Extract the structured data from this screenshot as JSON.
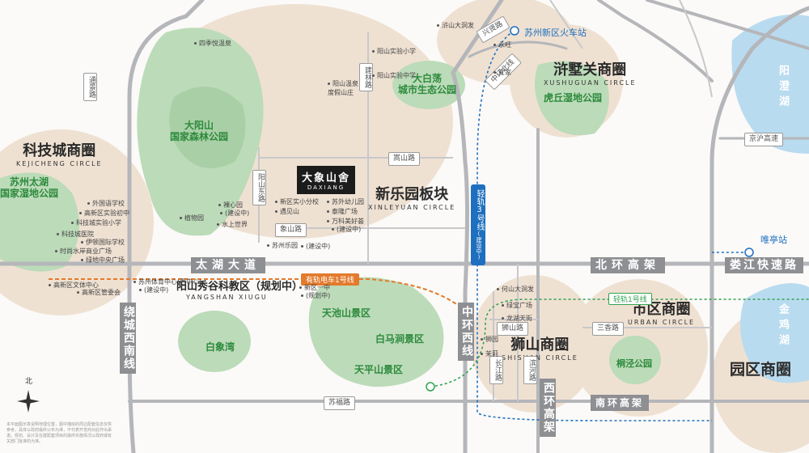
{
  "project": {
    "name_cn": "大象山舍",
    "name_en": "DAXIANG"
  },
  "zones": {
    "keji": {
      "cn": "科技城商圈",
      "en": "KEJICHENG CIRCLE"
    },
    "xushu": {
      "cn": "浒墅关商圈",
      "en": "XUSHUGUAN CIRCLE"
    },
    "xinleyuan": {
      "cn": "新乐园板块",
      "en": "XINLEYUAN CIRCLE"
    },
    "shishan": {
      "cn": "狮山商圈",
      "en": "SHISHAN CIRCLE"
    },
    "urban": {
      "cn": "市区商圈",
      "en": "URBAN CIRCLE"
    },
    "park": {
      "cn": "园区商圈"
    },
    "yangshan": {
      "cn": "阳山秀谷科教区（规划中）",
      "en": "YANGSHAN XIUGU"
    }
  },
  "green_areas": {
    "taihu_wetland": "苏州太湖\n国家湿地公园",
    "dayangshan": "大阳山\n国家森林公园",
    "dabaidang": "大白荡\n城市生态公园",
    "huqiu": "虎丘湿地公园",
    "baixiangwan": "白象湾",
    "tianchi": "天池山景区",
    "baima": "白马涧景区",
    "tianping": "天平山景区",
    "tongjing": "桐泾公园"
  },
  "lakes": {
    "yangcheng": "阳澄湖",
    "jinji": "金鸡湖"
  },
  "roads": {
    "taihu": "太湖大道",
    "beihuan": "北环高架",
    "loujiang": "娄江快速路",
    "zhonghuanxi": "中环西线",
    "xihuan": "西环高架",
    "raocheng": "绕城西南线",
    "tongjing_rd": "通景路",
    "jianlin": "建林路",
    "xingxian": "兴贤路",
    "zhonghuanbei": "中环北线",
    "songshan": "嵩山路",
    "xiangshan": "象山路",
    "yangshandong": "阳山东路",
    "sufu": "苏福路",
    "shishan_rd": "狮山路",
    "sanxiang": "三香路",
    "nanhuan": "南环高架",
    "binhe": "滨河路",
    "changjiang": "长江路",
    "jinghu": "京沪高速"
  },
  "stations": {
    "xinqu": "苏州新区火车站",
    "weiting": "唯亭站"
  },
  "rail": {
    "tram1": "有轨电车1号线",
    "line1": "轻轨1号线",
    "line3": "轻轨3号线",
    "line3_note": "(建设中)"
  },
  "pois": {
    "sijiyue": "四季悦温泉",
    "jihushan": "浒山大洞发",
    "yangshan_school": "阳山实验小学",
    "yangshan_mid": "阳山实验中学",
    "wenquan": "阳山温泉度假山庄",
    "yongwang": "永旺",
    "yijia": "宜家",
    "waiguoyu": "外国语学校",
    "gaoxin_zhong": "高新区实验初中",
    "keji_xiao": "科技城实验小学",
    "keji_yiyuan": "科技城医院",
    "yidun": "伊顿国际学校",
    "shifang": "时尚水岸商业广场",
    "lvdi": "绿地中央广场",
    "tiyu": "苏州体育中心(西中心)",
    "tiyu_note": "(建设中)",
    "wenti": "高新区文体中心",
    "guanweihui": "高新区管委会",
    "xinqu_1": "新区一中",
    "xinqu_1_note": "(规划中)",
    "zhiwu": "植物园",
    "kuaixin": "裸心园",
    "kuaixin_note": "(建设中)",
    "shuishang": "水上世界",
    "xinqu_xiao": "新区实小分校",
    "yujianshan": "遇见山",
    "youeryuan": "苏外幼儿园",
    "qinjia": "泰隆广场",
    "wanke": "万科美好荟",
    "wanke_note": "(建设中)",
    "suzhou_leyuan": "苏州乐园",
    "leyuan_note": "(建设中)",
    "heshan": "何山大洞发",
    "lvbao": "绿宝广场",
    "longhu": "龙湖天街",
    "shiyuan": "狮园",
    "maoli": "茉莉"
  },
  "disclaimer": "本平面图示意说明地理位置，图中描绘的周边配套信息仅供参考，具体以政府最终公布为准，不代表开发商对此作出承诺。规划、设计及在建配套项目的最终实施情况以政府或有关部门批准的为准。",
  "compass": "北"
}
